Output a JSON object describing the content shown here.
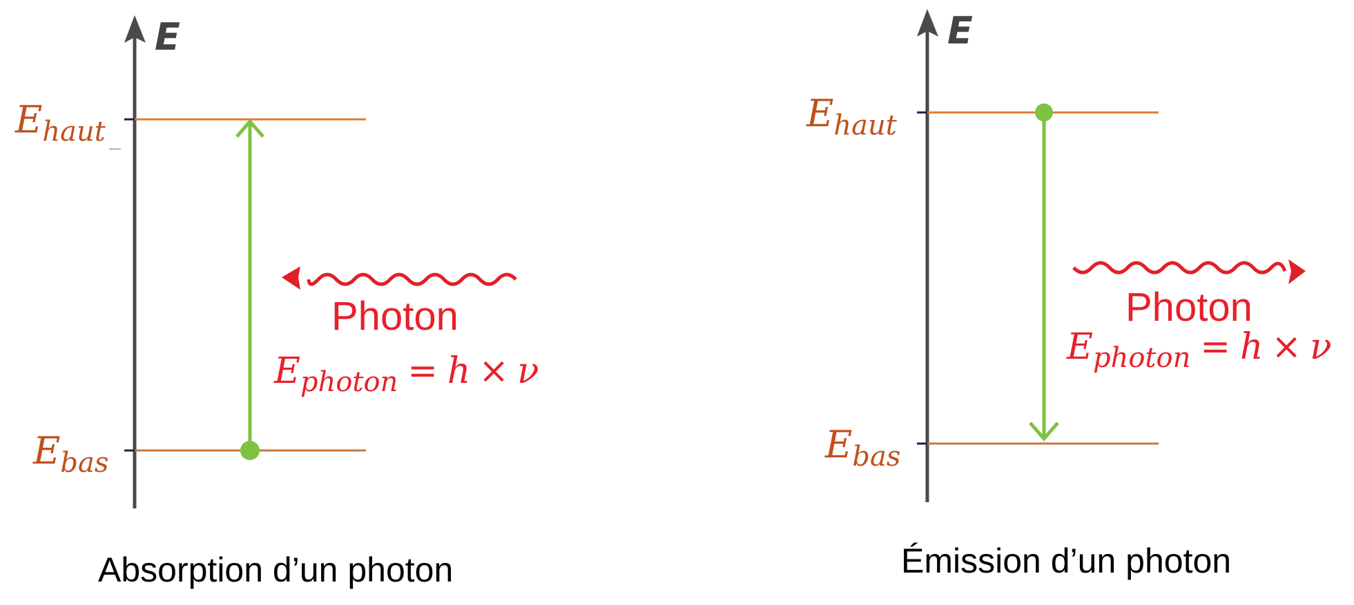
{
  "colors": {
    "axis": "#4A4A4A",
    "level": "#E07A2E",
    "level_label": "#C0501C",
    "transition": "#7DC242",
    "photon": "#E8202A",
    "caption": "#000000"
  },
  "diagrams": [
    {
      "id": "absorption",
      "axis_label": "E",
      "levels": {
        "high": {
          "symbol": "E",
          "subscript": "haut"
        },
        "low": {
          "symbol": "E",
          "subscript": "bas"
        }
      },
      "transition": "up",
      "photon": {
        "direction": "incoming-left",
        "label": "Photon",
        "formula": {
          "symbol": "E",
          "subscript": "photon",
          "rhs_equals": "=",
          "rhs_h": "h",
          "rhs_times": "×",
          "rhs_nu": "ν"
        }
      },
      "caption": "Absorption d’un photon"
    },
    {
      "id": "emission",
      "axis_label": "E",
      "levels": {
        "high": {
          "symbol": "E",
          "subscript": "haut"
        },
        "low": {
          "symbol": "E",
          "subscript": "bas"
        }
      },
      "transition": "down",
      "photon": {
        "direction": "outgoing-right",
        "label": "Photon",
        "formula": {
          "symbol": "E",
          "subscript": "photon",
          "rhs_equals": "=",
          "rhs_h": "h",
          "rhs_times": "×",
          "rhs_nu": "ν"
        }
      },
      "caption": "Émission d’un photon"
    }
  ]
}
